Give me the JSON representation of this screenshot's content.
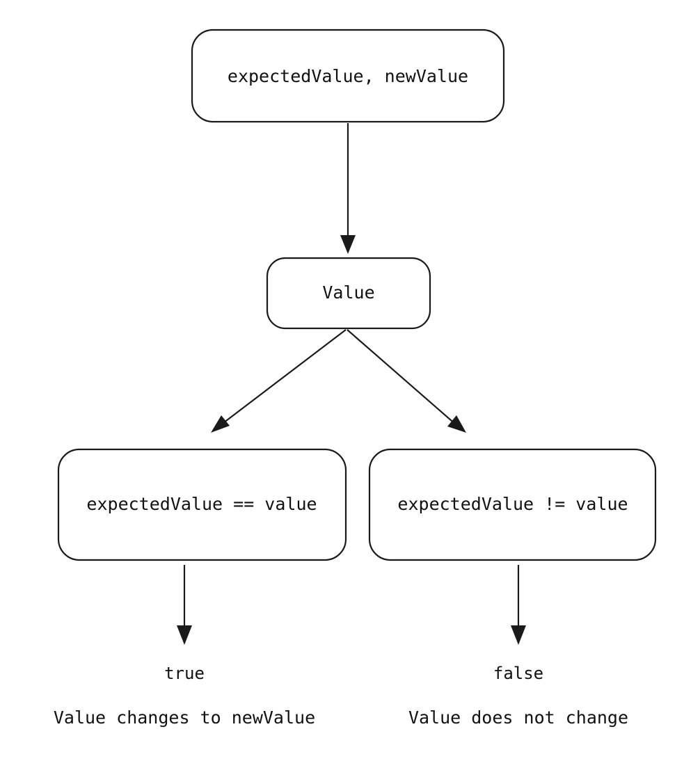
{
  "diagram": {
    "type": "flowchart",
    "orientation": "top-down",
    "background_color": "#ffffff",
    "stroke_color": "#1a1a1a",
    "text_color": "#111111",
    "nodes": [
      {
        "id": "inputs",
        "label": "expectedValue, newValue",
        "shape": "rounded-rectangle"
      },
      {
        "id": "value",
        "label": "Value",
        "shape": "rounded-rectangle"
      },
      {
        "id": "equal-branch",
        "label": "expectedValue == value",
        "shape": "rounded-rectangle"
      },
      {
        "id": "not-equal-branch",
        "label": "expectedValue != value",
        "shape": "rounded-rectangle"
      }
    ],
    "outcomes": [
      {
        "id": "true-outcome",
        "result": "true",
        "description": "Value changes to newValue"
      },
      {
        "id": "false-outcome",
        "result": "false",
        "description": "Value does not change"
      }
    ],
    "edges": [
      {
        "id": "inputs-to-value",
        "from": "inputs",
        "to": "value",
        "style": "straight-arrow"
      },
      {
        "id": "value-to-equal",
        "from": "value",
        "to": "equal-branch",
        "style": "diagonal-arrow"
      },
      {
        "id": "value-to-not-equal",
        "from": "value",
        "to": "not-equal-branch",
        "style": "diagonal-arrow"
      },
      {
        "id": "equal-to-true",
        "from": "equal-branch",
        "to": "true-outcome",
        "style": "straight-arrow"
      },
      {
        "id": "not-equal-to-false",
        "from": "not-equal-branch",
        "to": "false-outcome",
        "style": "straight-arrow"
      }
    ]
  }
}
